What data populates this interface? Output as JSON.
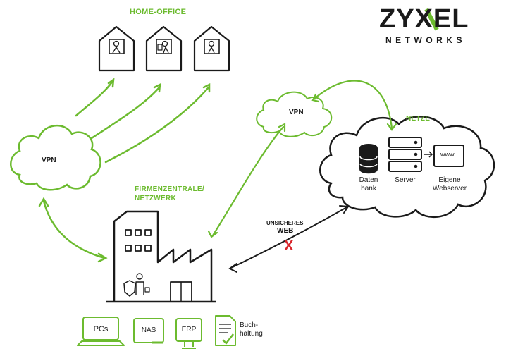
{
  "brand": {
    "name": "ZYXEL",
    "sub": "NETWORKS",
    "accent": "#6cbb2f"
  },
  "home_office": {
    "title": "HOME-OFFICE"
  },
  "vpn_left": {
    "label": "VPN"
  },
  "vpn_top": {
    "label": "VPN"
  },
  "hq": {
    "title_line1": "FIRMENZENTRALE/",
    "title_line2": "NETZWERK"
  },
  "unsafe_web": {
    "line1": "UNSICHERES",
    "line2": "WEB",
    "mark": "X"
  },
  "netze": {
    "title": "NETZE",
    "database_line1": "Daten",
    "database_line2": "bank",
    "server": "Server",
    "webserver_line1": "Eigene",
    "webserver_line2": "Webserver",
    "www": "www"
  },
  "devices": {
    "pcs": "PCs",
    "nas": "NAS",
    "erp": "ERP",
    "accounting_line1": "Buch-",
    "accounting_line2": "haltung"
  },
  "colors": {
    "green": "#6cbb2f",
    "dark": "#1a1a1a",
    "red": "#d9262c"
  }
}
